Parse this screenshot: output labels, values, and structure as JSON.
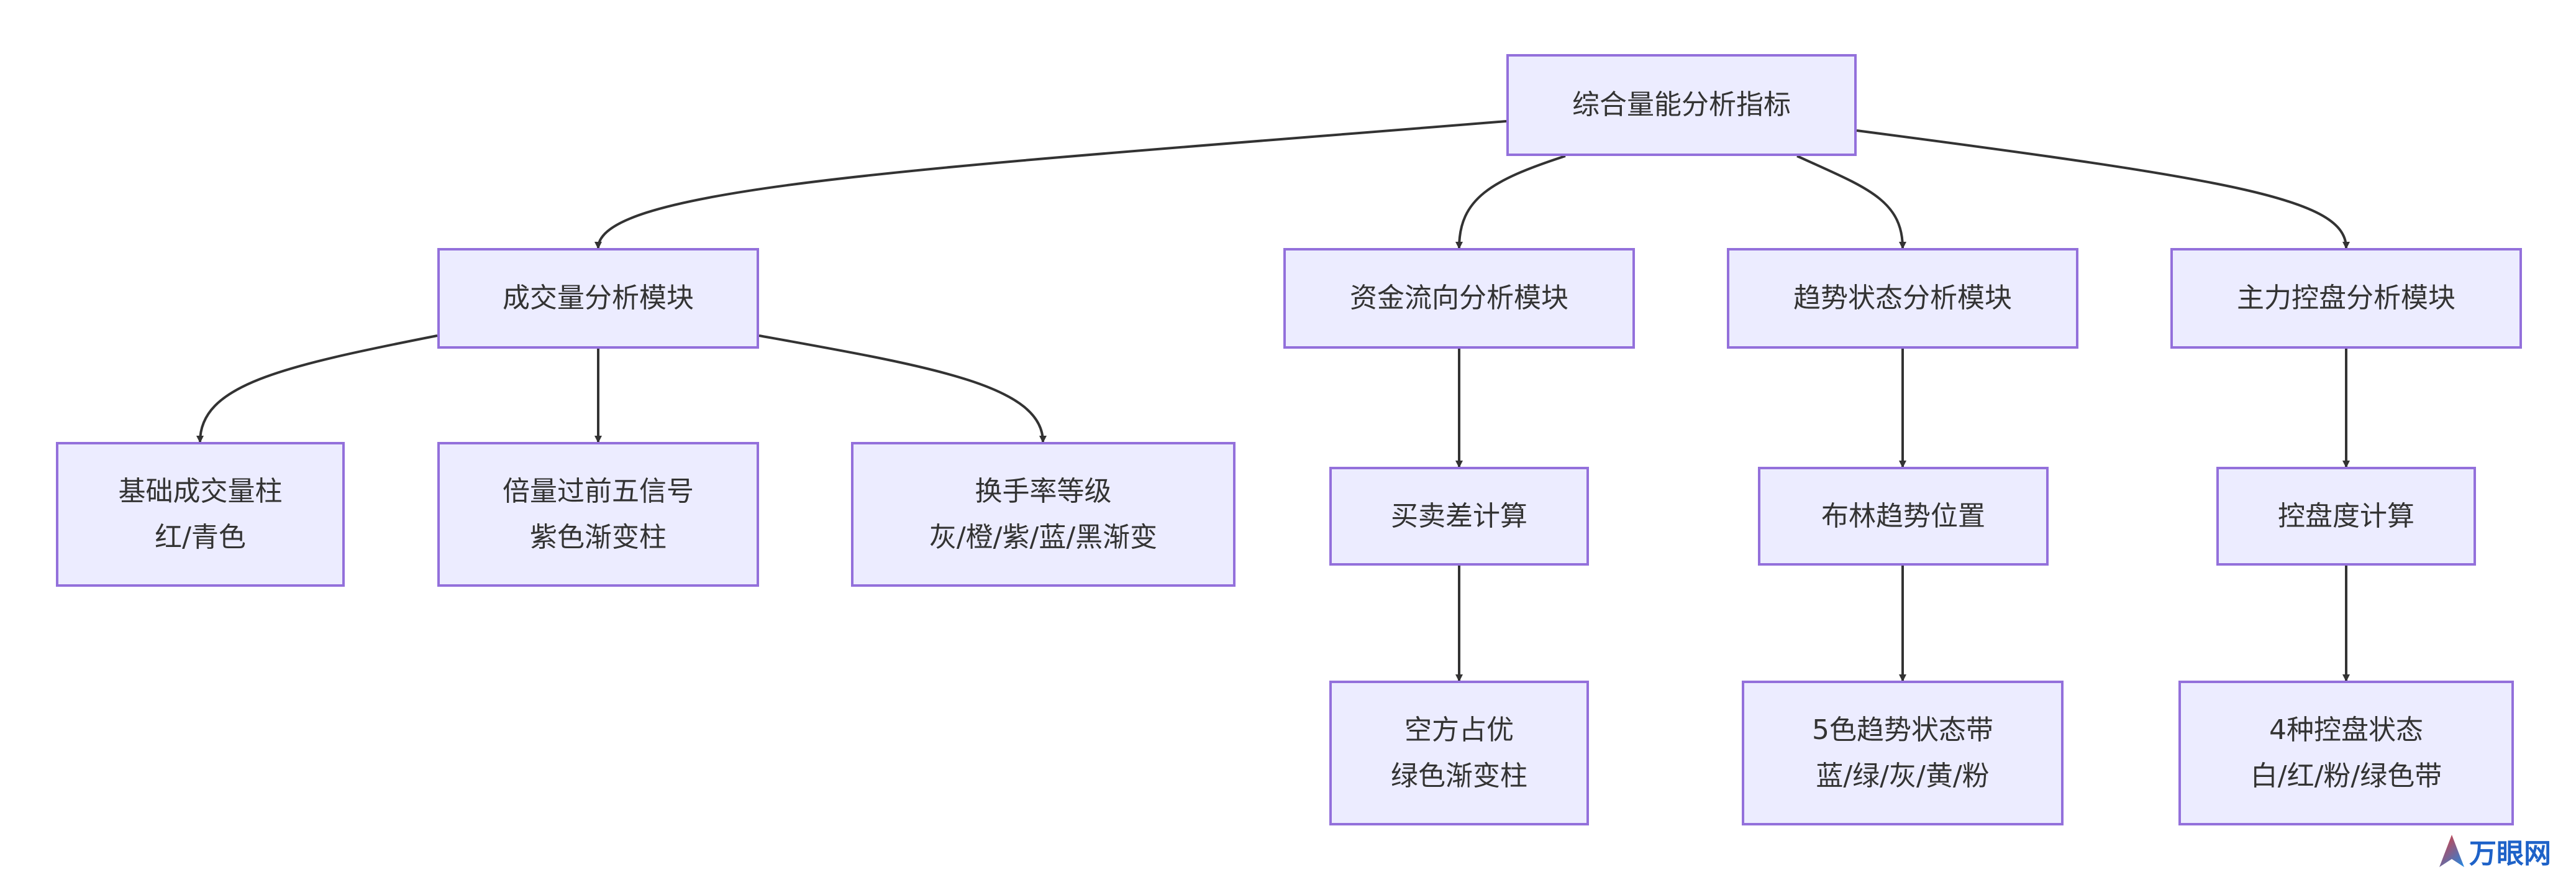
{
  "colors": {
    "node_fill": "#ECECFF",
    "node_border": "#9370DB",
    "edge": "#333333",
    "text": "#333333"
  },
  "root": {
    "label": "综合量能分析指标"
  },
  "modules": [
    {
      "label": "成交量分析模块"
    },
    {
      "label": "资金流向分析模块"
    },
    {
      "label": "趋势状态分析模块"
    },
    {
      "label": "主力控盘分析模块"
    }
  ],
  "volume_children": [
    {
      "line1": "基础成交量柱",
      "line2": "红/青色"
    },
    {
      "line1": "倍量过前五信号",
      "line2": "紫色渐变柱"
    },
    {
      "line1": "换手率等级",
      "line2": "灰/橙/紫/蓝/黑渐变"
    }
  ],
  "flow": {
    "calc": "买卖差计算",
    "result_line1": "空方占优",
    "result_line2": "绿色渐变柱"
  },
  "trend": {
    "calc": "布林趋势位置",
    "result_line1": "5色趋势状态带",
    "result_line2": "蓝/绿/灰/黄/粉"
  },
  "control": {
    "calc": "控盘度计算",
    "result_line1": "4种控盘状态",
    "result_line2": "白/红/粉/绿色带"
  },
  "watermark": {
    "logo_text": "万眼网"
  }
}
